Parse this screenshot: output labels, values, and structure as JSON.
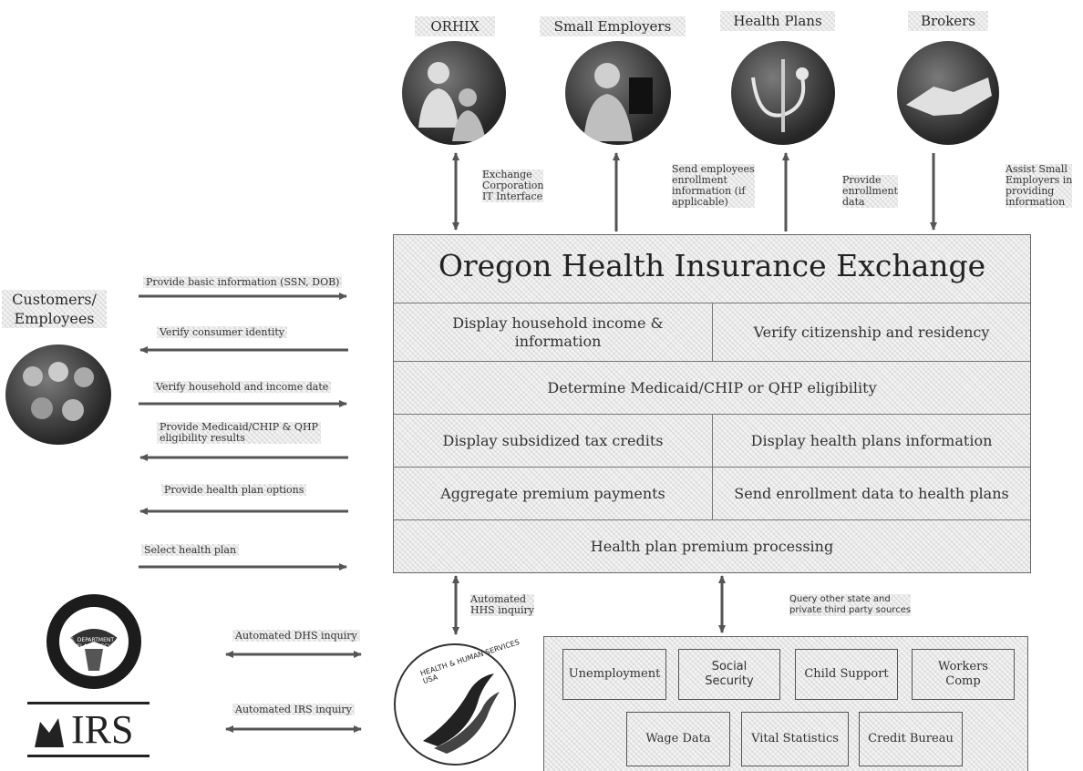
{
  "stakeholders": [
    {
      "label": "ORHIX",
      "icon": "people-icon"
    },
    {
      "label": "Small Employers",
      "icon": "employee-icon"
    },
    {
      "label": "Health Plans",
      "icon": "stethoscope-icon"
    },
    {
      "label": "Brokers",
      "icon": "handshake-icon"
    }
  ],
  "top_notes": {
    "orhix": [
      "Exchange",
      "Corporation",
      "IT Interface"
    ],
    "employers": [
      "Send employees",
      "enrollment",
      "information (if",
      "applicable)"
    ],
    "health_plans": [
      "Provide",
      "enrollment",
      "data"
    ],
    "brokers": [
      "Assist Small",
      "Employers in",
      "providing",
      "information"
    ]
  },
  "exchange": {
    "title": "Oregon Health Insurance Exchange",
    "rows": [
      [
        "Display household income & information",
        "Verify citizenship and residency"
      ],
      [
        "Determine Medicaid/CHIP or QHP eligibility"
      ],
      [
        "Display subsidized tax credits",
        "Display health plans information"
      ],
      [
        "Aggregate premium payments",
        "Send enrollment data to health plans"
      ],
      [
        "Health plan premium processing"
      ]
    ]
  },
  "customers": {
    "label_line1": "Customers/",
    "label_line2": "Employees",
    "flows": [
      {
        "text": "Provide basic information (SSN, DOB)",
        "direction": "right"
      },
      {
        "text": "Verify consumer identity",
        "direction": "left"
      },
      {
        "text": "Verify household and income date",
        "direction": "right"
      },
      {
        "text_line1": "Provide Medicaid/CHIP & QHP",
        "text_line2": "eligibility results",
        "direction": "left"
      },
      {
        "text": "Provide health plan options",
        "direction": "left"
      },
      {
        "text": "Select health plan",
        "direction": "right"
      }
    ]
  },
  "federal": {
    "dhs_inquiry": "Automated DHS inquiry",
    "irs_inquiry": "Automated IRS inquiry",
    "irs_logo": "IRS",
    "dhs_seal_text": "U.S. DEPARTMENT OF HOMELAND SECURITY",
    "hhs_seal_text": "HEALTH & HUMAN SERVICES USA",
    "hhs_note": [
      "Automated",
      "HHS inquiry"
    ]
  },
  "third_party": {
    "note": [
      "Query other state and",
      "private third party sources"
    ],
    "row1": [
      [
        "Unemployment"
      ],
      [
        "Social",
        "Security"
      ],
      [
        "Child Support"
      ],
      [
        "Workers",
        "Comp"
      ]
    ],
    "row2": [
      [
        "Wage Data"
      ],
      [
        "Vital Statistics"
      ],
      [
        "Credit Bureau"
      ]
    ]
  }
}
